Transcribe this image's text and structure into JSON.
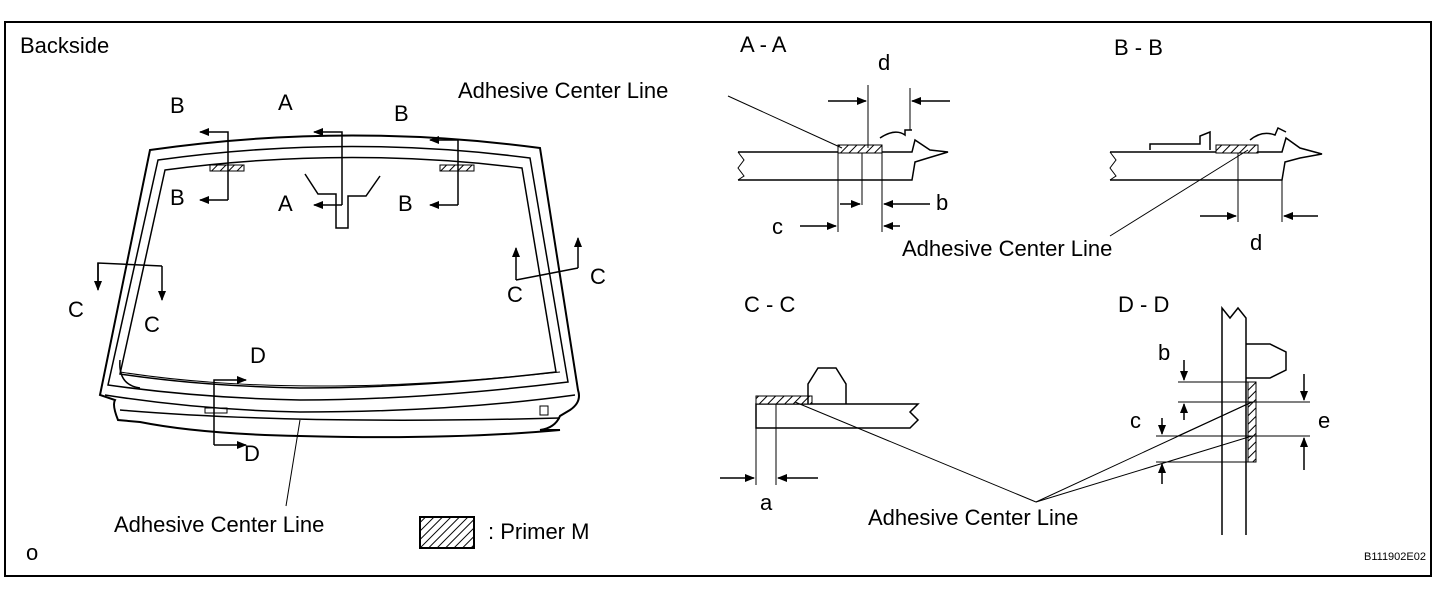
{
  "view_label": "Backside",
  "windshield": {
    "section_letters_top": [
      "B",
      "A",
      "B"
    ],
    "section_letters_lower": [
      "B",
      "A",
      "B"
    ],
    "left_c_labels": [
      "C",
      "C"
    ],
    "right_c_labels": [
      "C",
      "C"
    ],
    "d_labels": [
      "D",
      "D"
    ],
    "adhesive_label": "Adhesive Center Line"
  },
  "legend": {
    "primer_label": ": Primer M"
  },
  "corner_mark": "o",
  "figure_code": "B111902E02",
  "sections": {
    "aa": {
      "title": "A - A",
      "adhesive_label": "Adhesive Center Line",
      "dims": [
        "d",
        "b",
        "c"
      ]
    },
    "bb": {
      "title": "B - B",
      "adhesive_label": "Adhesive Center Line",
      "dims": [
        "d"
      ]
    },
    "cc": {
      "title": "C - C",
      "dims": [
        "a"
      ]
    },
    "dd": {
      "title": "D - D",
      "dims": [
        "b",
        "c",
        "e"
      ]
    },
    "shared_adhesive_label": "Adhesive Center Line"
  },
  "colors": {
    "line": "#000000",
    "background": "#ffffff"
  }
}
